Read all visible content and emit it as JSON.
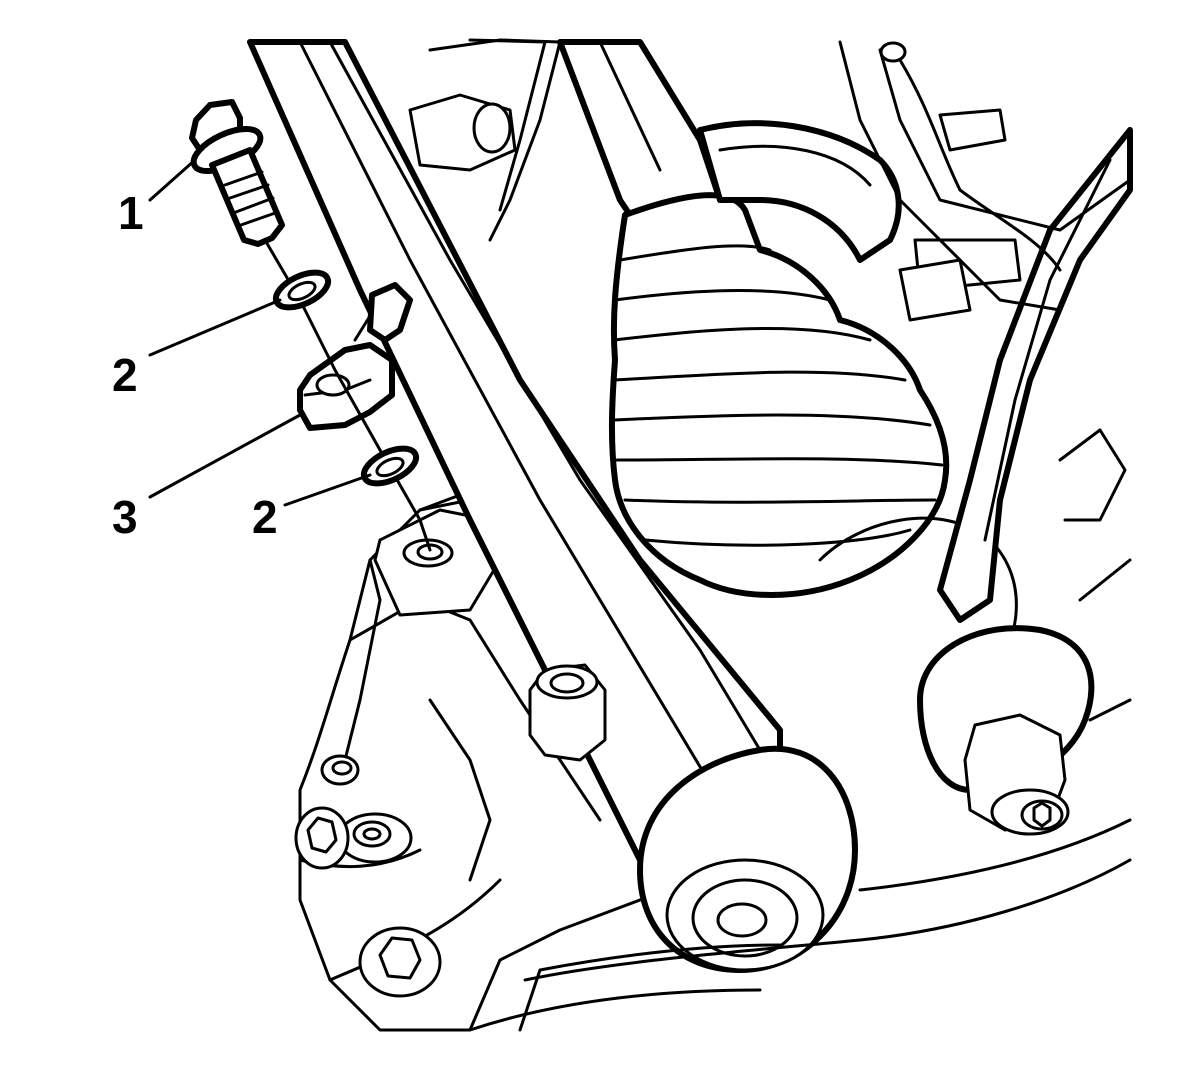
{
  "callouts": {
    "bolt": "1",
    "washer_upper": "2",
    "bracket": "3",
    "washer_lower": "2"
  },
  "colors": {
    "line": "#000000",
    "background": "#ffffff"
  }
}
